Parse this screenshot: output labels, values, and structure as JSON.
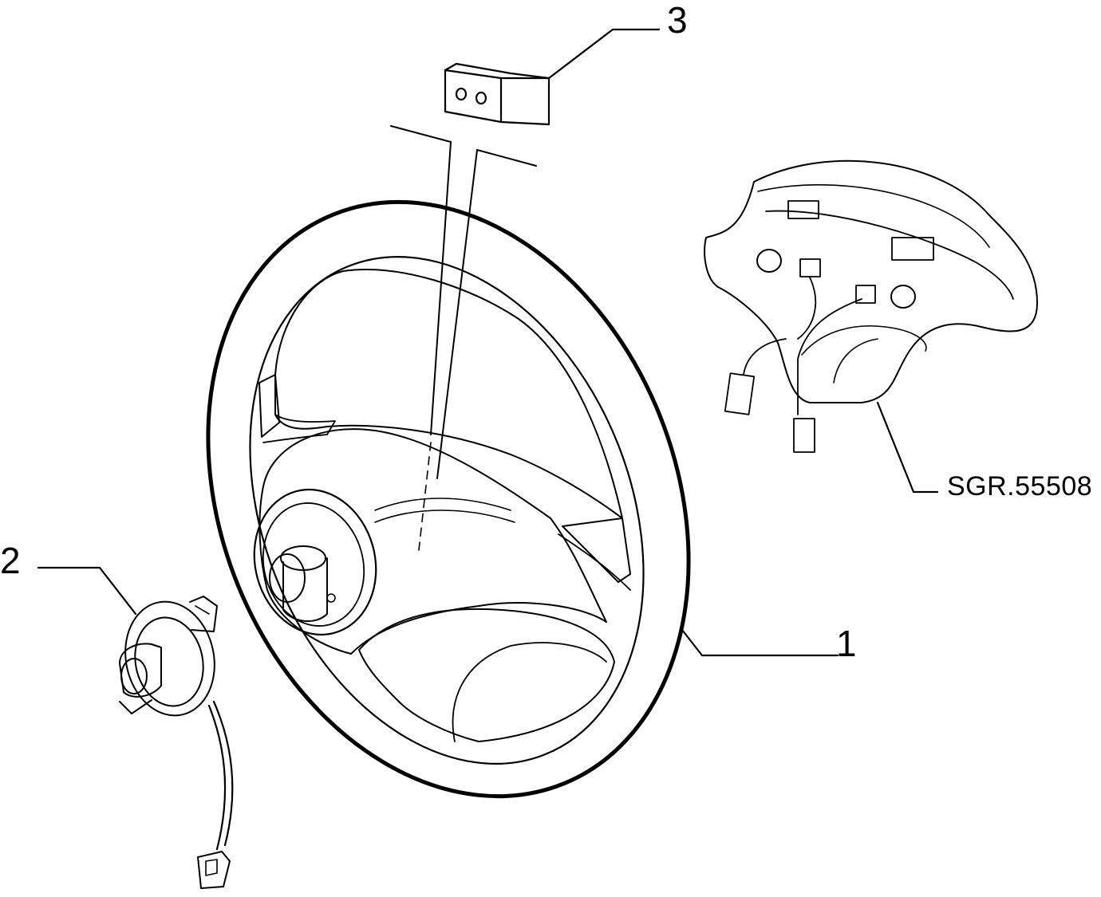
{
  "callouts": {
    "steering_wheel": "1",
    "clock_spring": "2",
    "bracket": "3",
    "drawing_code": "SGR.55508"
  },
  "colors": {
    "line": "#000000",
    "background": "#ffffff"
  }
}
